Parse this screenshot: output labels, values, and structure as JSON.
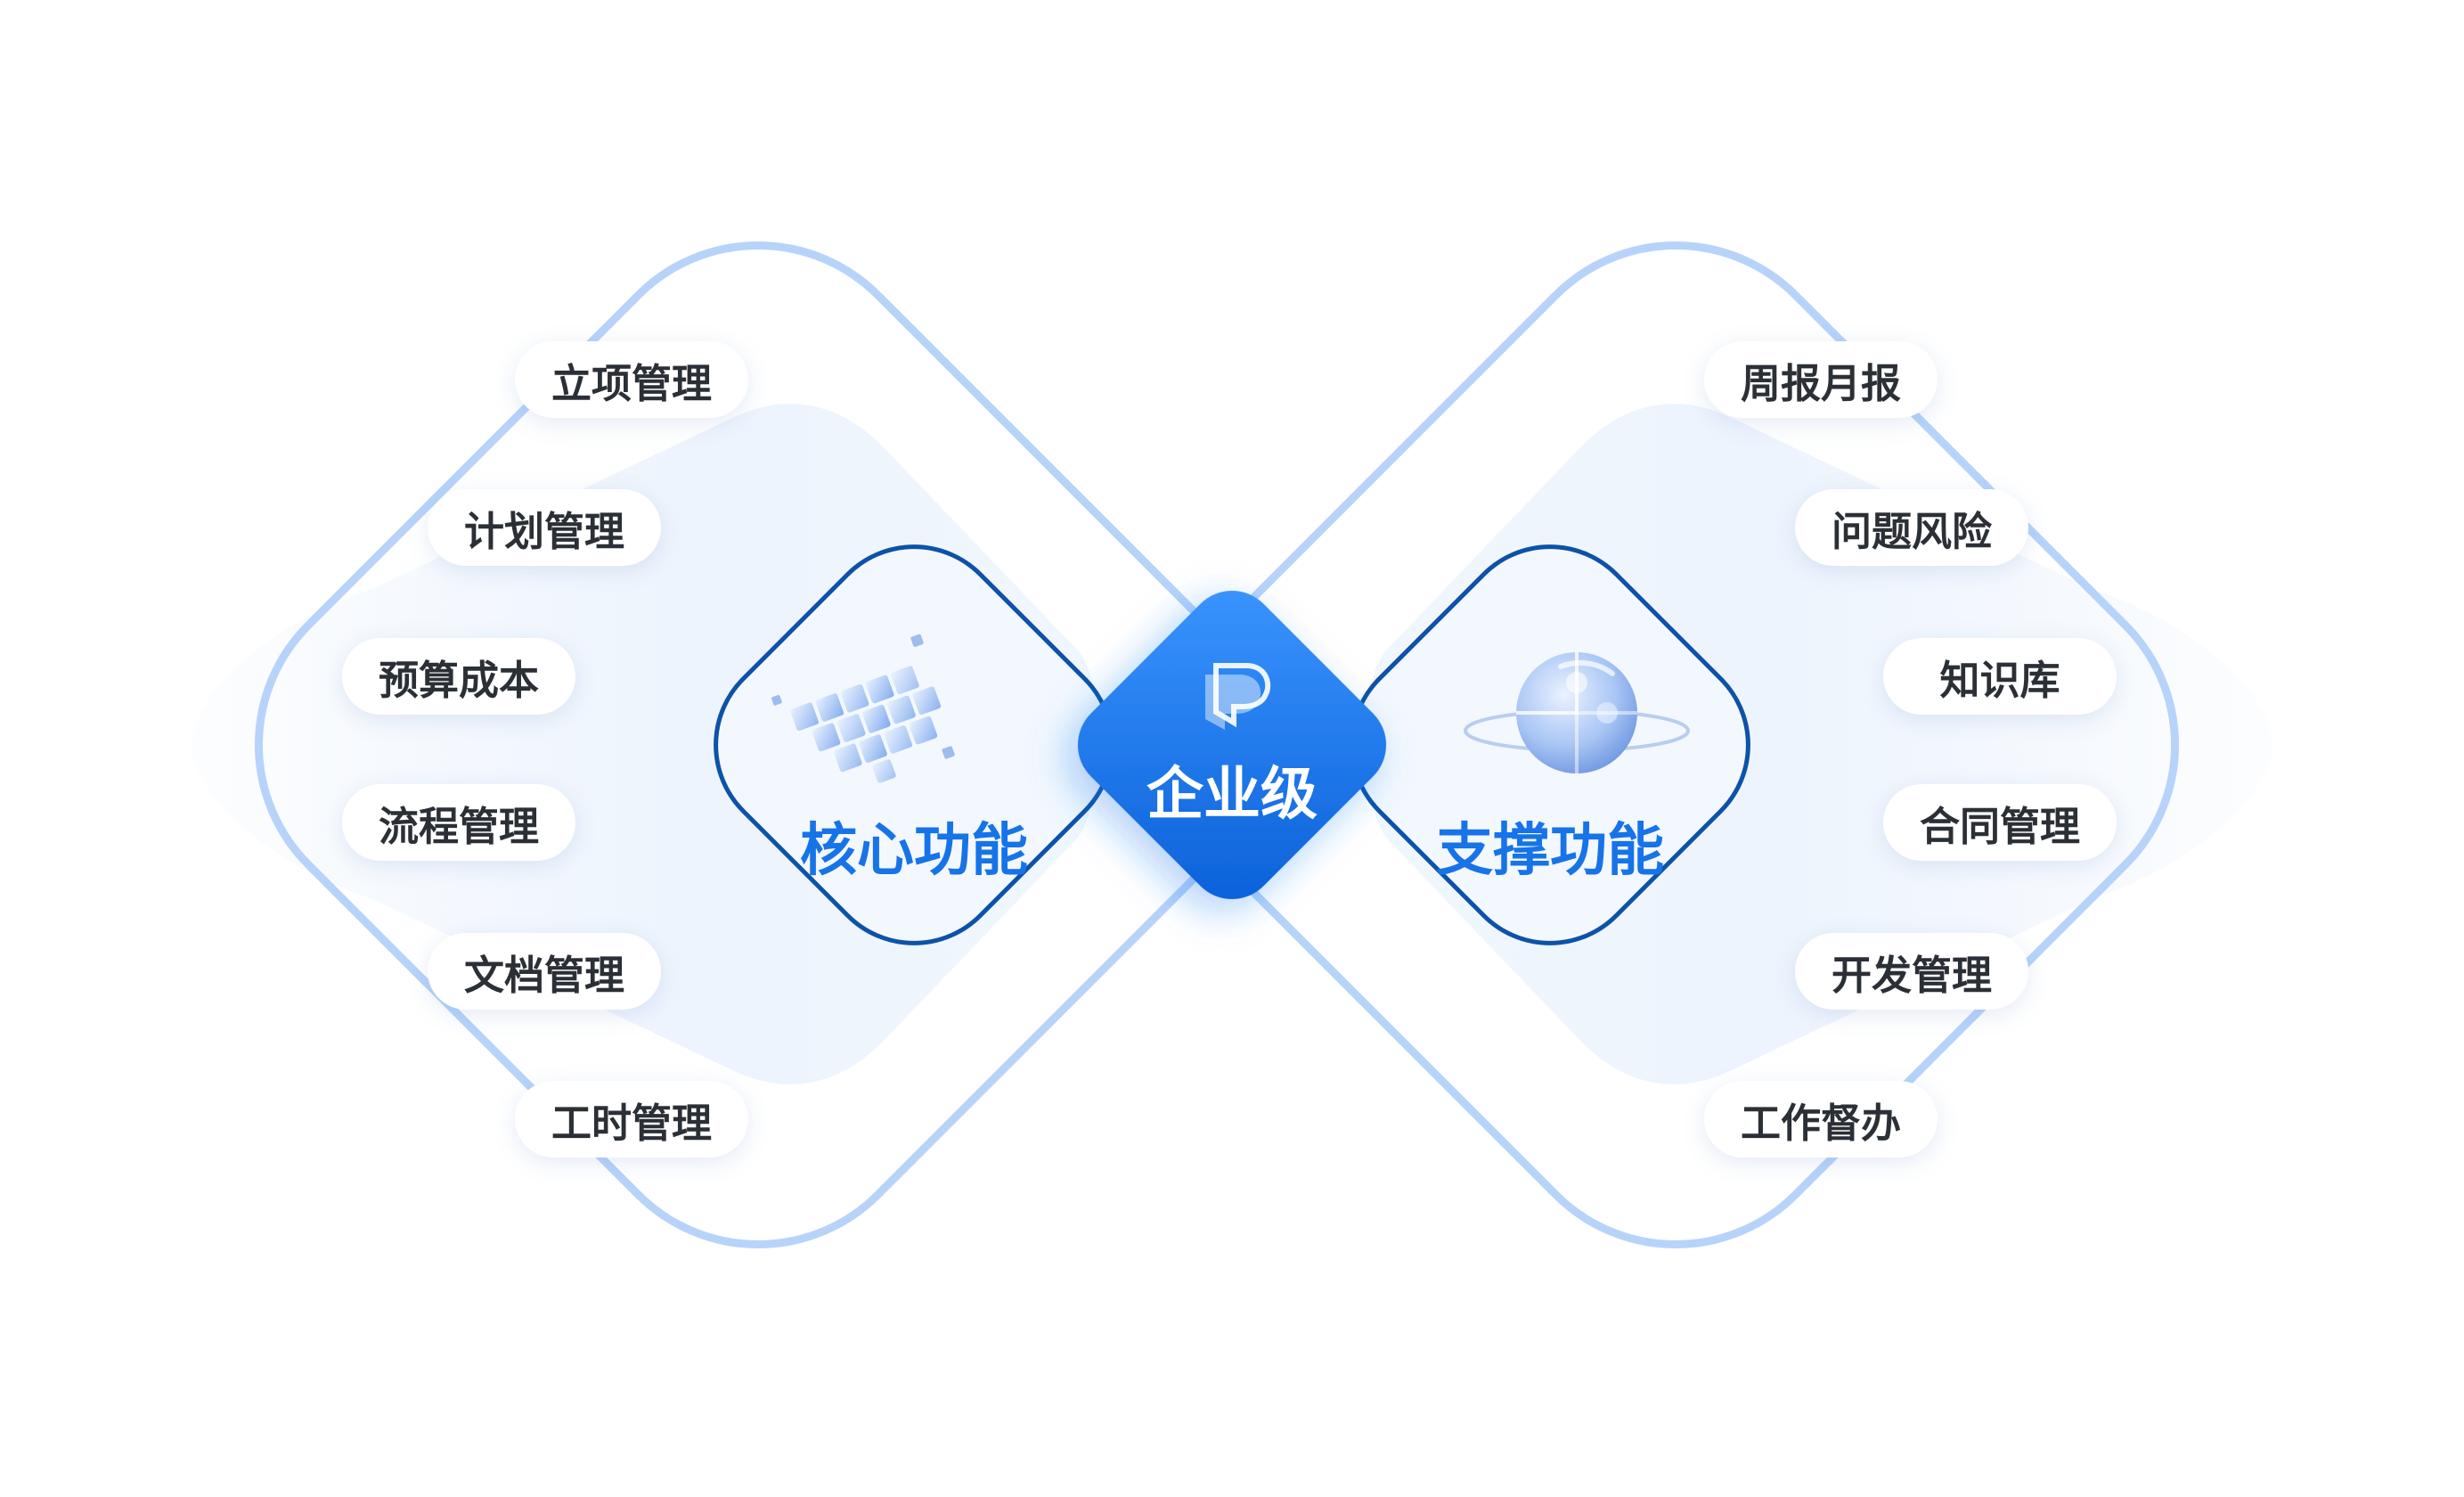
{
  "center": {
    "label": "企业级"
  },
  "core": {
    "title": "核心功能",
    "items": [
      "立项管理",
      "计划管理",
      "预算成本",
      "流程管理",
      "文档管理",
      "工时管理"
    ]
  },
  "support": {
    "title": "支撑功能",
    "items": [
      "周报月报",
      "问题风险",
      "知识库",
      "合同管理",
      "开发管理",
      "工作督办"
    ]
  },
  "colors": {
    "outer_ring": "#b7d3fa",
    "inner_ring": "#0d52a8",
    "accent": "#1773e8",
    "center_tile": "#1a78ee"
  },
  "icons": {
    "logo": "pm-logo-icon",
    "core": "cubes-icon",
    "support": "globe-puzzle-icon"
  }
}
